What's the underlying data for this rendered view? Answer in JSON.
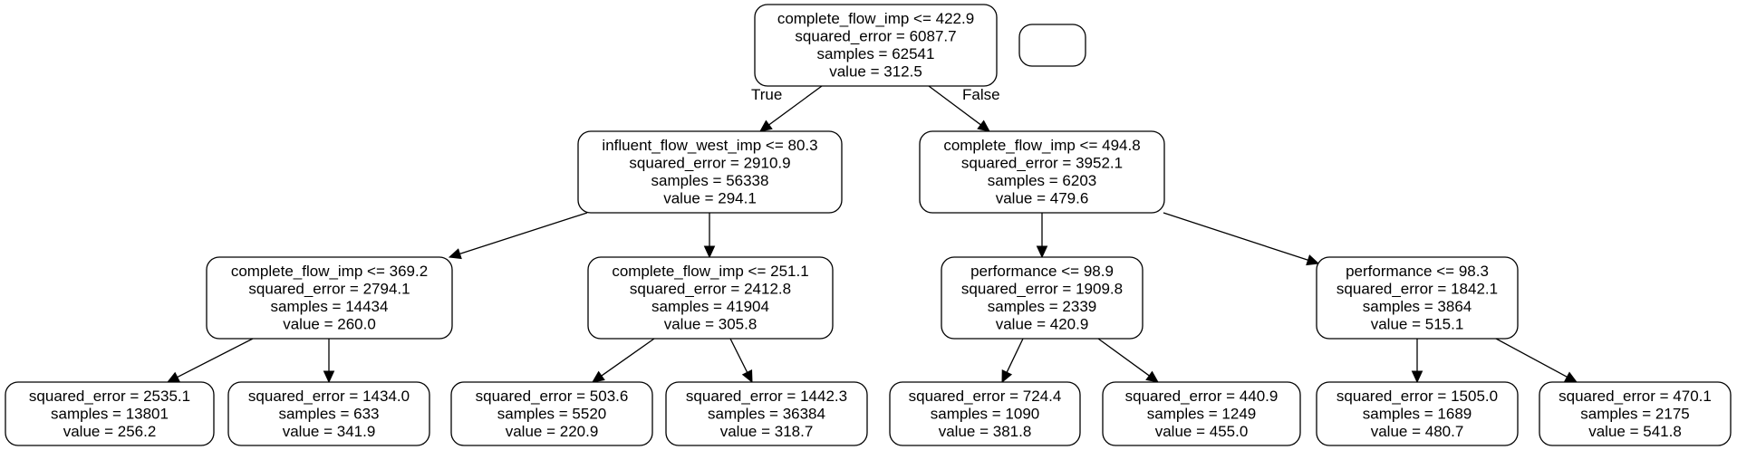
{
  "tree": {
    "nodes": [
      {
        "id": "n0",
        "lines": [
          "complete_flow_imp <= 422.9",
          "squared_error = 6087.7",
          "samples = 62541",
          "value = 312.5"
        ]
      },
      {
        "id": "n1",
        "lines": [
          "influent_flow_west_imp <= 80.3",
          "squared_error = 2910.9",
          "samples = 56338",
          "value = 294.1"
        ]
      },
      {
        "id": "n2",
        "lines": [
          "complete_flow_imp <= 494.8",
          "squared_error = 3952.1",
          "samples = 6203",
          "value = 479.6"
        ]
      },
      {
        "id": "n3",
        "lines": [
          "complete_flow_imp <= 369.2",
          "squared_error = 2794.1",
          "samples = 14434",
          "value = 260.0"
        ]
      },
      {
        "id": "n4",
        "lines": [
          "complete_flow_imp <= 251.1",
          "squared_error = 2412.8",
          "samples = 41904",
          "value = 305.8"
        ]
      },
      {
        "id": "n5",
        "lines": [
          "performance <= 98.9",
          "squared_error = 1909.8",
          "samples = 2339",
          "value = 420.9"
        ]
      },
      {
        "id": "n6",
        "lines": [
          "performance <= 98.3",
          "squared_error = 1842.1",
          "samples = 3864",
          "value = 515.1"
        ]
      },
      {
        "id": "n7",
        "lines": [
          "squared_error = 2535.1",
          "samples = 13801",
          "value = 256.2"
        ]
      },
      {
        "id": "n8",
        "lines": [
          "squared_error = 1434.0",
          "samples = 633",
          "value = 341.9"
        ]
      },
      {
        "id": "n9",
        "lines": [
          "squared_error = 503.6",
          "samples = 5520",
          "value = 220.9"
        ]
      },
      {
        "id": "n10",
        "lines": [
          "squared_error = 1442.3",
          "samples = 36384",
          "value = 318.7"
        ]
      },
      {
        "id": "n11",
        "lines": [
          "squared_error = 724.4",
          "samples = 1090",
          "value = 381.8"
        ]
      },
      {
        "id": "n12",
        "lines": [
          "squared_error = 440.9",
          "samples = 1249",
          "value = 455.0"
        ]
      },
      {
        "id": "n13",
        "lines": [
          "squared_error = 1505.0",
          "samples = 1689",
          "value = 480.7"
        ]
      },
      {
        "id": "n14",
        "lines": [
          "squared_error = 470.1",
          "samples = 2175",
          "value = 541.8"
        ]
      },
      {
        "id": "legend",
        "lines": []
      }
    ],
    "edges": [
      {
        "from": "n0",
        "to": "n1",
        "label": "True"
      },
      {
        "from": "n0",
        "to": "n2",
        "label": "False"
      },
      {
        "from": "n1",
        "to": "n3",
        "label": ""
      },
      {
        "from": "n1",
        "to": "n4",
        "label": ""
      },
      {
        "from": "n2",
        "to": "n5",
        "label": ""
      },
      {
        "from": "n2",
        "to": "n6",
        "label": ""
      },
      {
        "from": "n3",
        "to": "n7",
        "label": ""
      },
      {
        "from": "n3",
        "to": "n8",
        "label": ""
      },
      {
        "from": "n4",
        "to": "n9",
        "label": ""
      },
      {
        "from": "n4",
        "to": "n10",
        "label": ""
      },
      {
        "from": "n5",
        "to": "n11",
        "label": ""
      },
      {
        "from": "n5",
        "to": "n12",
        "label": ""
      },
      {
        "from": "n6",
        "to": "n13",
        "label": ""
      },
      {
        "from": "n6",
        "to": "n14",
        "label": ""
      }
    ]
  }
}
